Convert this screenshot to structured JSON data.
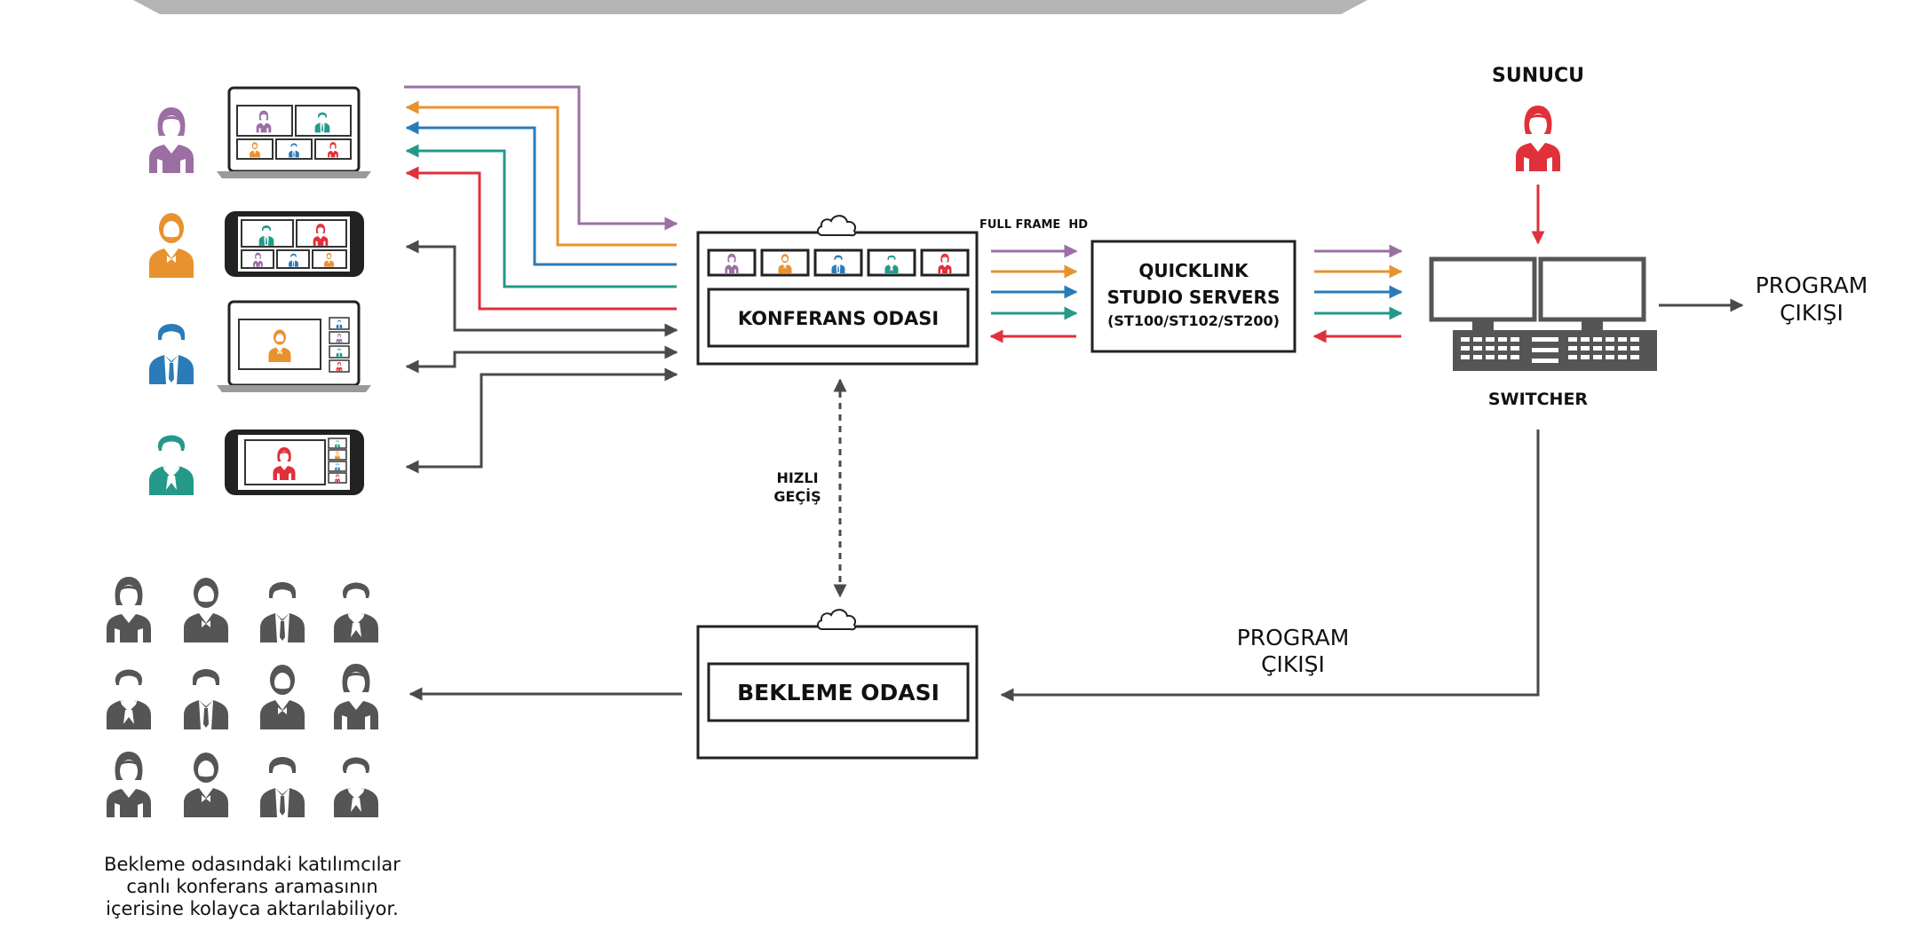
{
  "colors": {
    "purple": "#9b6fa3",
    "orange": "#e8922f",
    "blue": "#2a7bb8",
    "teal": "#24998a",
    "red": "#e0303a",
    "dark": "#4a4a4a",
    "banner": "#b4b4b4"
  },
  "participants": [
    {
      "person": "woman",
      "color": "purple",
      "device": "laptop"
    },
    {
      "person": "bald-man",
      "color": "orange",
      "device": "tablet"
    },
    {
      "person": "man",
      "color": "blue",
      "device": "laptop"
    },
    {
      "person": "man-scarf",
      "color": "teal",
      "device": "tablet"
    }
  ],
  "conference_room": {
    "label": "KONFERANS ODASI",
    "icon": "cloud-icon"
  },
  "waiting_room": {
    "label": "BEKLEME ODASI",
    "icon": "cloud-icon"
  },
  "full_frame_label": "FULL FRAME  HD",
  "server": {
    "line1": "QUICKLINK",
    "line2": "STUDIO SERVERS",
    "line3": "(ST100/ST102/ST200)"
  },
  "presenter_label": "SUNUCU",
  "switcher_label": "SWITCHER",
  "program_out_right": {
    "line1": "PROGRAM",
    "line2": "ÇIKIŞI"
  },
  "program_out_bottom": {
    "line1": "PROGRAM",
    "line2": "ÇIKIŞI"
  },
  "fast_switch": {
    "line1": "HIZLI",
    "line2": "GEÇİŞ"
  },
  "waiting_caption": {
    "line1": "Bekleme odasındaki katılımcılar",
    "line2": "canlı konferans aramasının",
    "line3": "içerisine kolayca aktarılabiliyor."
  }
}
